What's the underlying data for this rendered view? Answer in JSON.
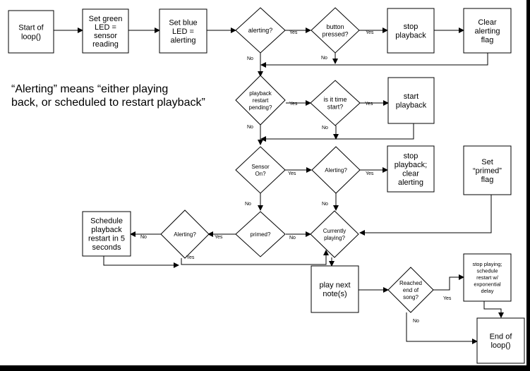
{
  "note": [
    "“Alerting” means “either playing",
    "back, or scheduled to restart playback”"
  ],
  "nodes": {
    "start": [
      "Start of",
      "loop()"
    ],
    "set_green": [
      "Set green",
      "LED =",
      "sensor",
      "reading"
    ],
    "set_blue": [
      "Set blue",
      "LED =",
      "alerting"
    ],
    "alerting_1": [
      "alerting?"
    ],
    "button_pressed": [
      "button",
      "pressed?"
    ],
    "stop_playback_1": [
      "stop",
      "playback"
    ],
    "clear_alerting_flag": [
      "Clear",
      "alerting",
      "flag"
    ],
    "playback_restart_pending": [
      "playback",
      "restart",
      "pending?"
    ],
    "is_it_time_start": [
      "is it time",
      "start?"
    ],
    "start_playback": [
      "start",
      "playback"
    ],
    "sensor_on": [
      "Sensor",
      "On?"
    ],
    "alerting_2": [
      "Alerting?"
    ],
    "stop_playback_clear": [
      "stop",
      "playback;",
      "clear",
      "alerting"
    ],
    "set_primed_flag": [
      "Set",
      "“primed”",
      "flag"
    ],
    "schedule_playback": [
      "Schedule",
      "playback",
      "restart in 5",
      "seconds"
    ],
    "alerting_3": [
      "Alerting?"
    ],
    "primed": [
      "primed?"
    ],
    "currently_playing": [
      "Currently",
      "playing?"
    ],
    "play_next_note": [
      "play next",
      "note(s)"
    ],
    "reached_end": [
      "Reached",
      "end of",
      "song?"
    ],
    "stop_playing_schedule": [
      "stop playing;",
      "schedule",
      "restart w/",
      "exponential",
      "delay"
    ],
    "end": [
      "End of",
      "loop()"
    ]
  },
  "labels": {
    "yes": "Yes",
    "no": "No"
  }
}
